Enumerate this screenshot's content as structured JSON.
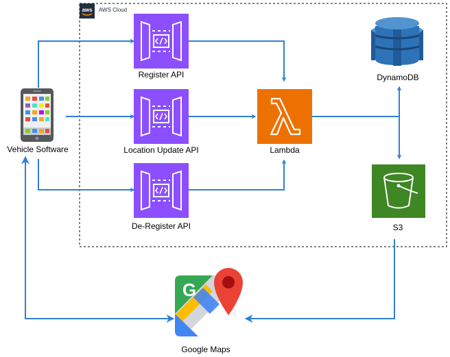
{
  "group": {
    "title": "AWS Cloud",
    "logo_text": "aws"
  },
  "nodes": {
    "vehicle": {
      "label": "Vehicle Software"
    },
    "register_api": {
      "label": "Register API"
    },
    "location_api": {
      "label": "Location Update API"
    },
    "deregister_api": {
      "label": "De-Register API"
    },
    "lambda": {
      "label": "Lambda"
    },
    "dynamodb": {
      "label": "DynamoDB"
    },
    "s3": {
      "label": "S3"
    },
    "maps": {
      "label": "Google Maps"
    }
  },
  "icons": {
    "api": "api-gateway-icon",
    "lambda": "lambda-icon",
    "dynamodb": "dynamodb-icon",
    "s3": "s3-bucket-icon",
    "maps": "google-maps-icon",
    "phone": "smartphone-icon"
  },
  "colors": {
    "arrow": "#2f7fd7",
    "api": "#8c4fff",
    "lambda": "#ed7100",
    "s3": "#3f8624",
    "dynamodb": "#2e73b8"
  }
}
